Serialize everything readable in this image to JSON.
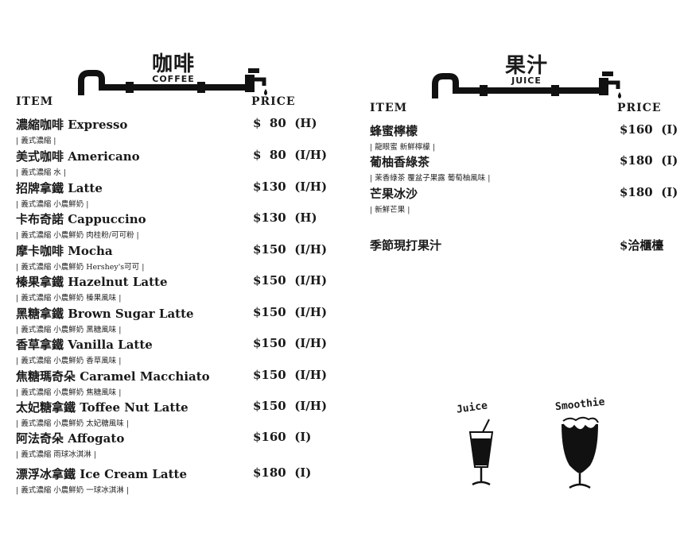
{
  "coffee": {
    "title_zh": "咖啡",
    "title_en": "COFFEE",
    "col_item": "ITEM",
    "col_price": "PRICE",
    "items": [
      {
        "name": "濃縮咖啡 Expresso",
        "desc": "| 義式濃縮 |",
        "price": "$  80  (H)"
      },
      {
        "name": "美式咖啡 Americano",
        "desc": "| 義式濃縮 水 |",
        "price": "$  80  (I/H)"
      },
      {
        "name": "招牌拿鐵 Latte",
        "desc": "| 義式濃縮 小農鮮奶 |",
        "price": "$130  (I/H)"
      },
      {
        "name": "卡布奇諾 Cappuccino",
        "desc": "| 義式濃縮 小農鮮奶 肉桂粉/可可粉 |",
        "price": "$130  (H)"
      },
      {
        "name": "摩卡咖啡 Mocha",
        "desc": "| 義式濃縮 小農鮮奶 Hershey's可可 |",
        "price": "$150  (I/H)"
      },
      {
        "name": "榛果拿鐵 Hazelnut Latte",
        "desc": "| 義式濃縮 小農鮮奶 榛果風味 |",
        "price": "$150  (I/H)"
      },
      {
        "name": "黑糖拿鐵 Brown Sugar Latte",
        "desc": "| 義式濃縮 小農鮮奶 黑糖風味 |",
        "price": "$150  (I/H)"
      },
      {
        "name": "香草拿鐵 Vanilla Latte",
        "desc": "| 義式濃縮 小農鮮奶 香草風味 |",
        "price": "$150  (I/H)"
      },
      {
        "name": "焦糖瑪奇朵 Caramel Macchiato",
        "desc": "| 義式濃縮 小農鮮奶 焦糖風味 |",
        "price": "$150  (I/H)"
      },
      {
        "name": "太妃糖拿鐵 Toffee Nut Latte",
        "desc": "| 義式濃縮 小農鮮奶 太妃糖風味 |",
        "price": "$150  (I/H)"
      },
      {
        "name": "阿法奇朵 Affogato",
        "desc": "| 義式濃縮 雨球冰淇淋 |",
        "price": "$160  (I)"
      },
      {
        "name": "漂浮冰拿鐵 Ice Cream Latte",
        "desc": "| 義式濃縮 小農鮮奶 一球冰淇淋 |",
        "price": "$180  (I)"
      }
    ]
  },
  "juice": {
    "title_zh": "果汁",
    "title_en": "JUICE",
    "col_item": "ITEM",
    "col_price": "PRICE",
    "items": [
      {
        "name": "蜂蜜檸檬",
        "desc": "| 龍眼蜜 新鮮檸檬 |",
        "price": "$160  (I)"
      },
      {
        "name": "葡柚香綠茶",
        "desc": "| 茉香綠茶 覆盆子果露 葡萄柚風味 |",
        "price": "$180  (I)"
      },
      {
        "name": "芒果冰沙",
        "desc": "| 新鮮芒果 |",
        "price": "$180  (I)"
      }
    ],
    "seasonal": {
      "name": "季節現打果汁",
      "price": "$洽櫃檯"
    }
  },
  "doodles": {
    "juice_label": "Juice",
    "smoothie_label": "Smoothie"
  }
}
